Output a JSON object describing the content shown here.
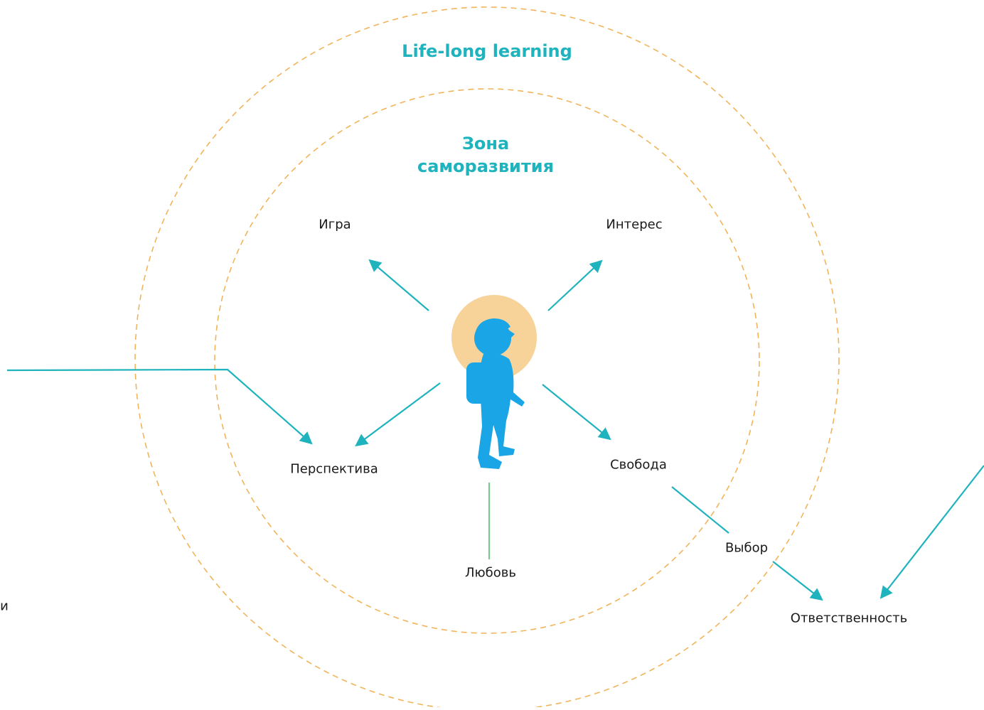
{
  "diagram": {
    "outer_circle_label": "Life-long learning",
    "inner_circle_label_line1": "Зона",
    "inner_circle_label_line2": "саморазвития",
    "nodes": {
      "play": "Игра",
      "interest": "Интерес",
      "perspective": "Перспектива",
      "freedom": "Свобода",
      "love": "Любовь",
      "choice": "Выбор",
      "responsibility": "Ответственность",
      "cut_left_fragment": "и"
    }
  },
  "colors": {
    "circle_dash": "#f2b45a",
    "accent_teal": "#1fb3be",
    "child_silhouette": "#1aa6e6",
    "halo": "#f7d39a",
    "love_line": "#7dc98a",
    "text": "#1a1a1a"
  }
}
